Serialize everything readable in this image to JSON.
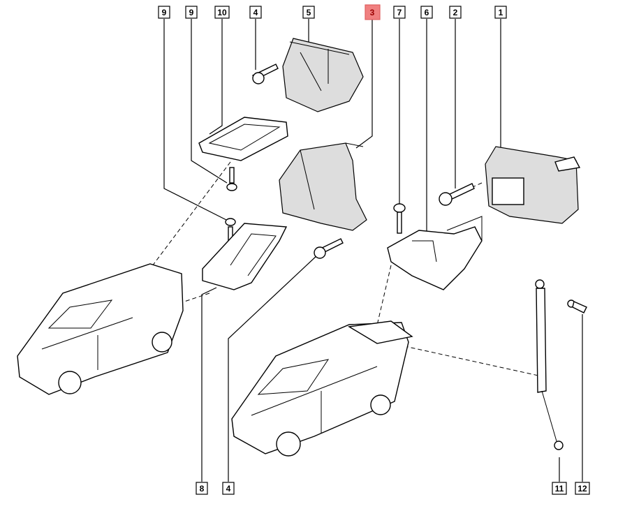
{
  "diagram": {
    "top_labels": [
      "9",
      "9",
      "10",
      "4",
      "5",
      "3",
      "7",
      "6",
      "2",
      "1"
    ],
    "bottom_labels": [
      "8",
      "4",
      "11",
      "12"
    ],
    "selected_label": "3",
    "selected_color": "#f08080"
  }
}
